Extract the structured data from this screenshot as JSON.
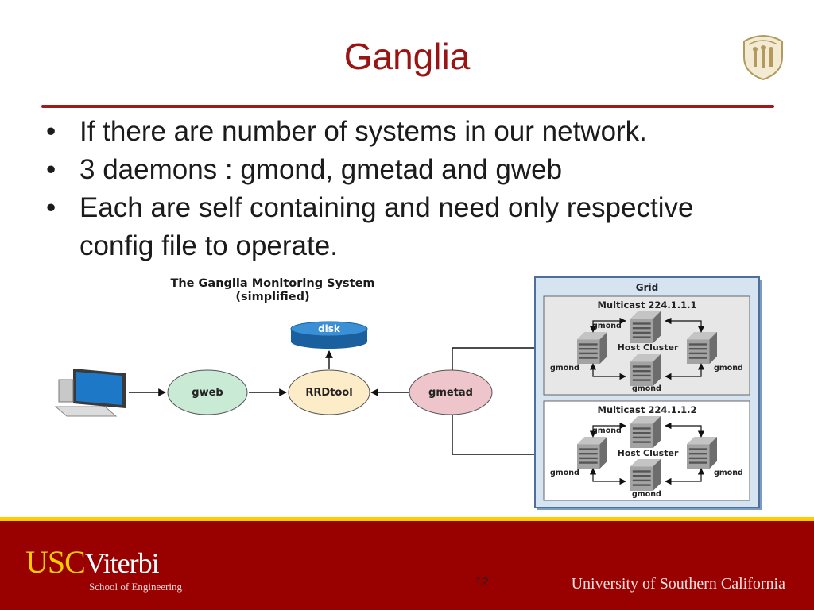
{
  "slide": {
    "title": "Ganglia",
    "bullets": [
      "If there are number of systems in our network.",
      "3 daemons : gmond, gmetad and gweb",
      "Each are self containing and need only respective config file to operate."
    ],
    "bullet_glyph": "•",
    "page_number": "12"
  },
  "diagram": {
    "title_line1": "The Ganglia Monitoring System",
    "title_line2": "(simplified)",
    "disk": "disk",
    "gweb": "gweb",
    "rrdtool": "RRDtool",
    "gmetad": "gmetad",
    "grid": "Grid",
    "cluster1": {
      "multicast": "Multicast 224.1.1.1",
      "host_cluster": "Host Cluster",
      "gmond": "gmond"
    },
    "cluster2": {
      "multicast": "Multicast 224.1.1.2",
      "host_cluster": "Host Cluster",
      "gmond": "gmond"
    }
  },
  "footer": {
    "usc": "USC",
    "viterbi": "Viterbi",
    "school": "School of Engineering",
    "university": "University of Southern California"
  },
  "colors": {
    "title_red": "#9b1414",
    "footer_red": "#990000",
    "gold": "#ffcc00",
    "gweb_fill": "#c9ead4",
    "rrdtool_fill": "#fdecc8",
    "gmetad_fill": "#eec5cb",
    "disk_fill": "#2f7bc4"
  }
}
